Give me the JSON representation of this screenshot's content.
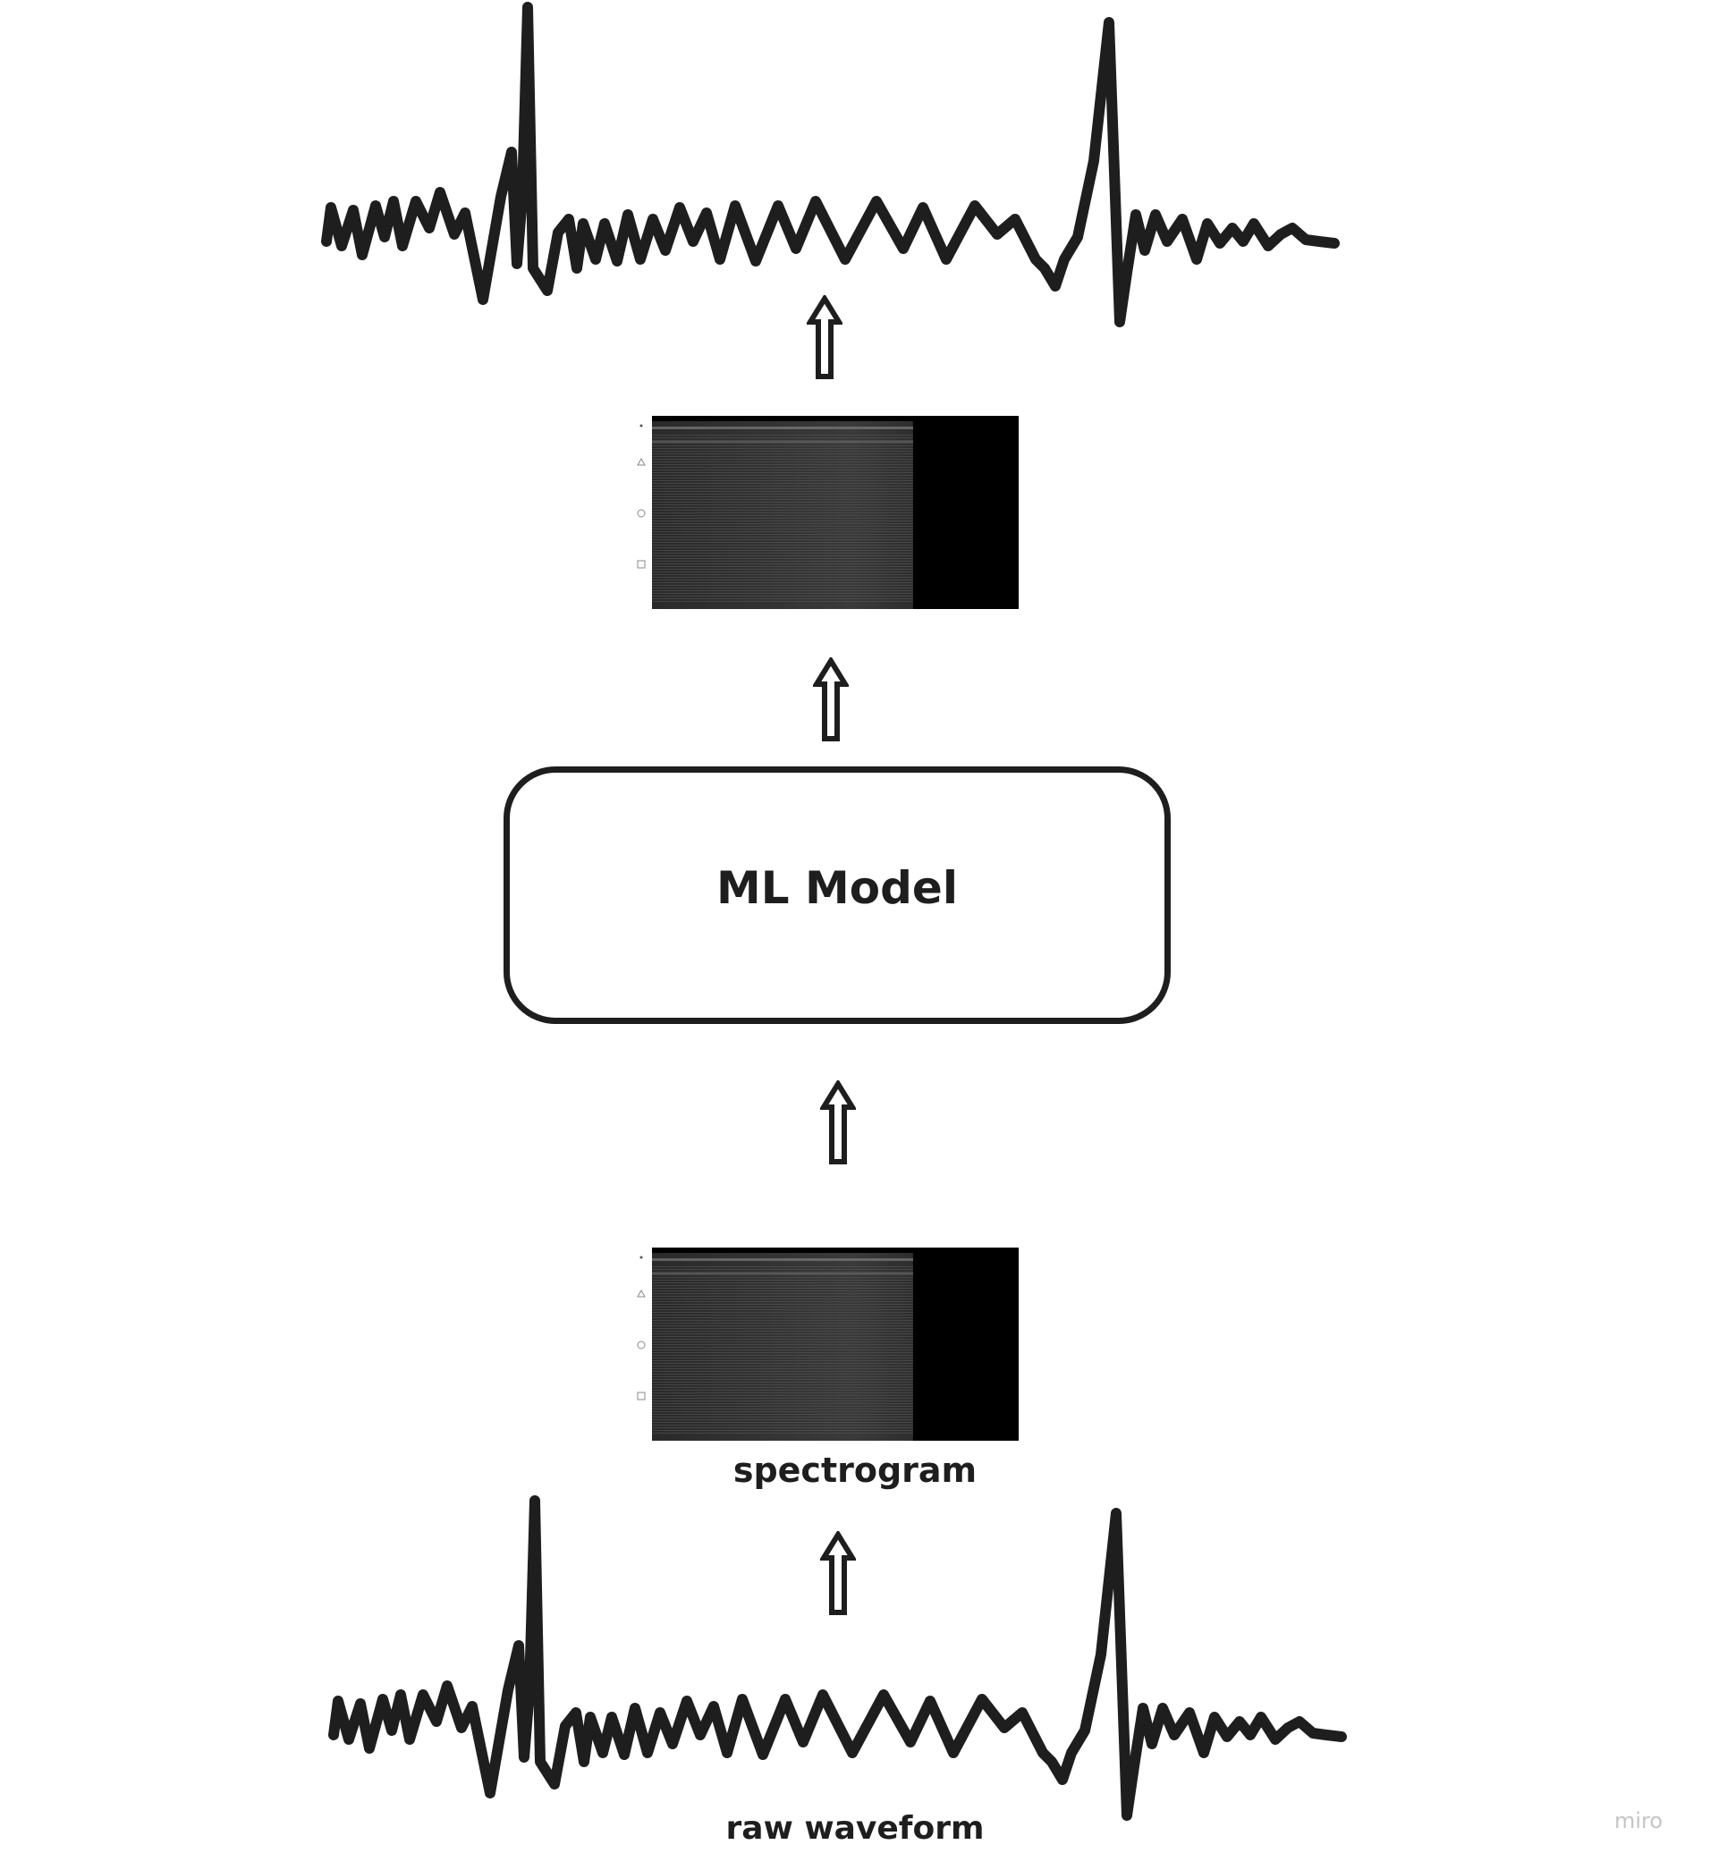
{
  "diagram": {
    "model_label": "ML Model",
    "spectrogram_label": "spectrogram",
    "waveform_label": "raw waveform",
    "watermark": "miro"
  },
  "colors": {
    "ink": "#1e1e1e",
    "background": "#ffffff",
    "spectrogram_bg": "#000000",
    "watermark": "#c5c5c5"
  },
  "icons": {
    "arrow": "hollow-up-arrow-icon",
    "waveform": "waveform-icon",
    "spectrogram": "spectrogram-image"
  }
}
